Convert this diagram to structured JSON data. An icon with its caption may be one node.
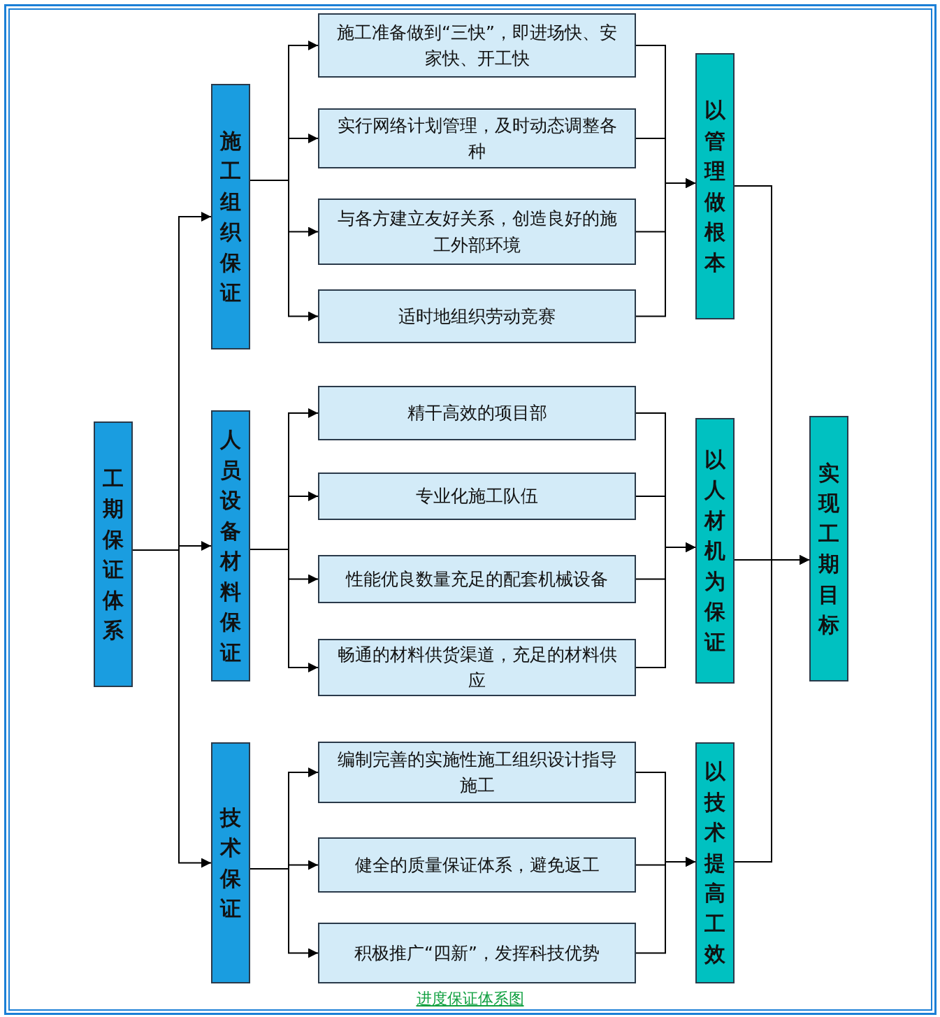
{
  "diagram": {
    "caption": "进度保证体系图",
    "nodes": [
      {
        "text": [
          "工期保证体系"
        ]
      },
      {
        "text": [
          "施工组织保证"
        ]
      },
      {
        "text": [
          "施工准备做到“三快”，即进场快、安家快、开工快"
        ]
      },
      {
        "text": [
          "实行网络计划管理，及时动态调整各种"
        ]
      },
      {
        "text": [
          "与各方建立友好关系，创造良好的施工外部环境"
        ]
      },
      {
        "text": [
          "适时地组织劳动竞赛"
        ]
      },
      {
        "text": [
          "以管理做根本"
        ]
      },
      {
        "text": [
          "人员设备材料保证"
        ]
      },
      {
        "text": [
          "精干高效的项目部"
        ]
      },
      {
        "text": [
          "专业化施工队伍"
        ]
      },
      {
        "text": [
          "性能优良数量充足的配套机械设备"
        ]
      },
      {
        "text": [
          "畅通的材料供货渠道，充足的材料供应"
        ]
      },
      {
        "text": [
          "以人材机为保证"
        ]
      },
      {
        "text": [
          "技术保证"
        ]
      },
      {
        "text": [
          "编制完善的实施性施工组织设计指导施工"
        ]
      },
      {
        "text": [
          "健全的质量保证体系，避免返工"
        ]
      },
      {
        "text": [
          "积极推广“四新”，发挥科技优势"
        ]
      },
      {
        "text": [
          "以技术提高工效"
        ]
      },
      {
        "text": [
          "实现工期目标"
        ]
      }
    ],
    "edges": [
      {
        "from": 0,
        "to": 1,
        "arrow": "to"
      },
      {
        "from": 0,
        "to": 7,
        "arrow": "to"
      },
      {
        "from": 0,
        "to": 13,
        "arrow": "to"
      },
      {
        "from": 1,
        "to": 2,
        "arrow": "to"
      },
      {
        "from": 1,
        "to": 3,
        "arrow": "to"
      },
      {
        "from": 1,
        "to": 4,
        "arrow": "to"
      },
      {
        "from": 1,
        "to": 5,
        "arrow": "to"
      },
      {
        "from": 2,
        "to": 6,
        "arrow": "to"
      },
      {
        "from": 3,
        "to": 6,
        "arrow": "to"
      },
      {
        "from": 4,
        "to": 6,
        "arrow": "to"
      },
      {
        "from": 5,
        "to": 6,
        "arrow": "to"
      },
      {
        "from": 7,
        "to": 8,
        "arrow": "to"
      },
      {
        "from": 7,
        "to": 9,
        "arrow": "to"
      },
      {
        "from": 7,
        "to": 10,
        "arrow": "to"
      },
      {
        "from": 7,
        "to": 11,
        "arrow": "to"
      },
      {
        "from": 8,
        "to": 12,
        "arrow": "to"
      },
      {
        "from": 9,
        "to": 12,
        "arrow": "to"
      },
      {
        "from": 10,
        "to": 12,
        "arrow": "to"
      },
      {
        "from": 11,
        "to": 12,
        "arrow": "to"
      },
      {
        "from": 13,
        "to": 14,
        "arrow": "to"
      },
      {
        "from": 13,
        "to": 15,
        "arrow": "to"
      },
      {
        "from": 13,
        "to": 16,
        "arrow": "to"
      },
      {
        "from": 14,
        "to": 17,
        "arrow": "to"
      },
      {
        "from": 15,
        "to": 17,
        "arrow": "to"
      },
      {
        "from": 16,
        "to": 17,
        "arrow": "to"
      },
      {
        "from": 6,
        "to": 18,
        "arrow": "to"
      },
      {
        "from": 12,
        "to": 18,
        "arrow": "to"
      },
      {
        "from": 17,
        "to": 18,
        "arrow": "to"
      }
    ]
  }
}
